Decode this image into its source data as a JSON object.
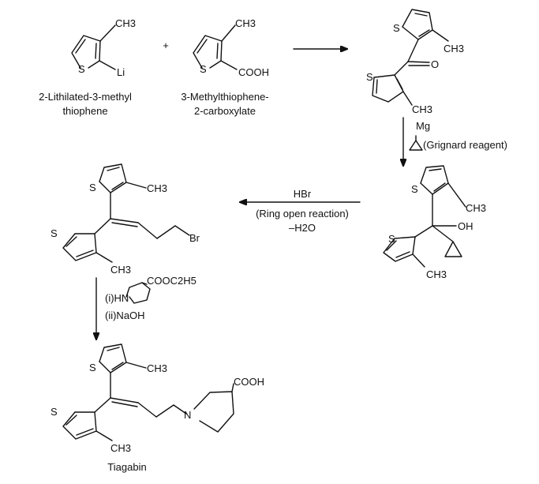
{
  "compounds": {
    "c1": {
      "ch3": "CH3",
      "s": "S",
      "li": "Li",
      "caption_line1": "2-Lithilated-3-methyl",
      "caption_line2": "thiophene"
    },
    "c2": {
      "ch3": "CH3",
      "s": "S",
      "cooh": "COOH",
      "caption_line1": "3-Methylthiophene-",
      "caption_line2": "2-carboxylate"
    },
    "plus": "+",
    "ketone": {
      "s_top": "S",
      "ch3_top": "CH3",
      "o": "O",
      "s_bottom": "S",
      "ch3_bottom": "CH3"
    },
    "alcohol": {
      "s_top": "S",
      "ch3_top": "CH3",
      "oh": "OH",
      "s_bottom": "S",
      "ch3_bottom": "CH3"
    },
    "bromide": {
      "s_top": "S",
      "ch3_top": "CH3",
      "br": "Br",
      "s_bottom": "S",
      "ch3_bottom": "CH3"
    },
    "tiagabin": {
      "s_top": "S",
      "ch3_top": "CH3",
      "n": "N",
      "cooh": "COOH",
      "s_bottom": "S",
      "ch3_bottom": "CH3",
      "name": "Tiagabin"
    }
  },
  "reagents": {
    "grignard_mg": "Mg",
    "grignard_label": "(Grignard reagent)",
    "hbr": "HBr",
    "ring_open": "(Ring open reaction)",
    "minus_h2o": "–H2O",
    "step_i_prefix": "(i)HN",
    "step_i_ester": "COOC2H5",
    "step_ii": "(ii)NaOH"
  }
}
